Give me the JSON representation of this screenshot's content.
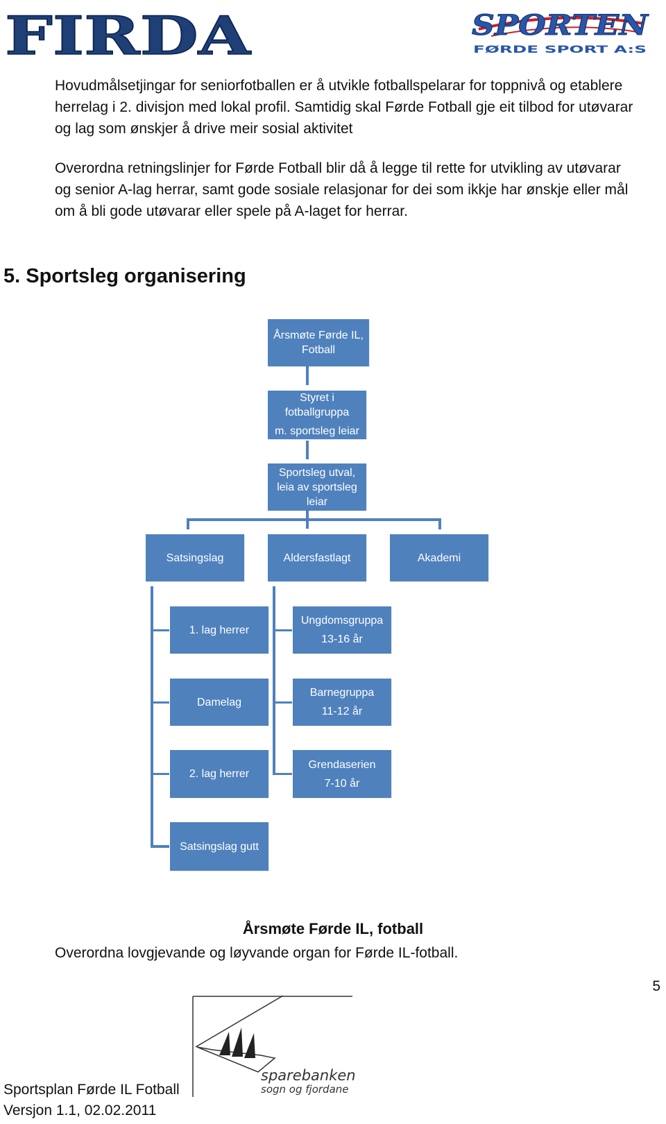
{
  "header": {
    "left_logo": "FIRDA",
    "right_logo_main": "SPORTEN",
    "right_logo_sub": "FØRDE SPORT A:S"
  },
  "intro": {
    "p1": "Hovudmålsetjingar for seniorfotballen er å utvikle fotballspelarar for toppnivå og etablere herrelag i 2. divisjon med lokal profil. Samtidig skal Førde Fotball gje eit tilbod for utøvarar og lag som ønskjer å drive meir sosial aktivitet",
    "p2": "Overordna retningslinjer for Førde Fotball blir då å legge til rette for utvikling av utøvarar og senior A-lag herrar, samt gode sosiale relasjonar for dei som ikkje har ønskje eller mål om å bli gode utøvarar eller spele på A-laget for herrar."
  },
  "section_heading": "5. Sportsleg organisering",
  "org": {
    "arsmote": "Årsmøte Førde IL, Fotball",
    "styret": "Styret i fotballgruppa",
    "styret_sub": "m. sportsleg leiar",
    "utval": "Sportsleg utval, leia av sportsleg leiar",
    "satsingslag": "Satsingslag",
    "aldersfastlagt": "Aldersfastlagt",
    "akademi": "Akademi",
    "lag1": "1. lag herrer",
    "damelag": "Damelag",
    "lag2": "2. lag herrer",
    "satsingslag_gutt": "Satsingslag gutt",
    "ungdom": "Ungdomsgruppa",
    "ungdom_age": "13-16 år",
    "barne": "Barnegruppa",
    "barne_age": "11-12 år",
    "grende": "Grendaserien",
    "grende_age": "7-10 år"
  },
  "footer": {
    "title": "Årsmøte Førde IL, fotball",
    "description": "Overordna lovgjevande og løyvande organ for Førde IL-fotball.",
    "page_number": "5",
    "doc_title": "Sportsplan Førde IL Fotball",
    "version": "Versjon 1.1, 02.02.2011",
    "sponsor_main": "sparebanken",
    "sponsor_sub": "sogn og fjordane"
  },
  "colors": {
    "box_fill": "#4f81bd",
    "firda_blue": "#1f3f77",
    "sporten_blue": "#2a56a8",
    "sporten_red": "#c8202a"
  }
}
